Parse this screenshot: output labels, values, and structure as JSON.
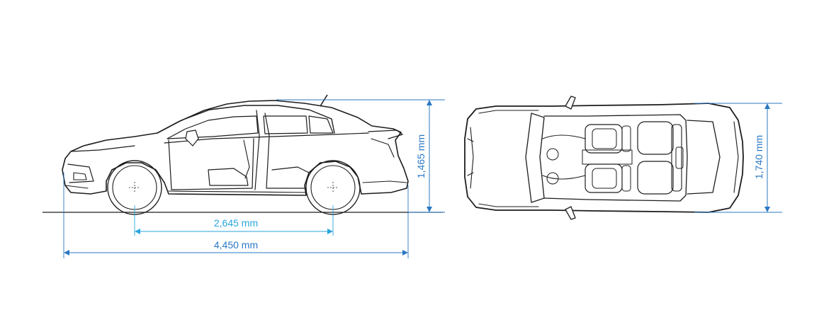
{
  "dimensions": {
    "height_label": "1,465 mm",
    "wheelbase_label": "2,645 mm",
    "length_label": "4,450 mm",
    "width_label": "1,740 mm"
  },
  "colors": {
    "dimension_blue": "#2a78c2",
    "wheelbase_cyan": "#29a6dc",
    "outline": "#1d1d1f"
  }
}
